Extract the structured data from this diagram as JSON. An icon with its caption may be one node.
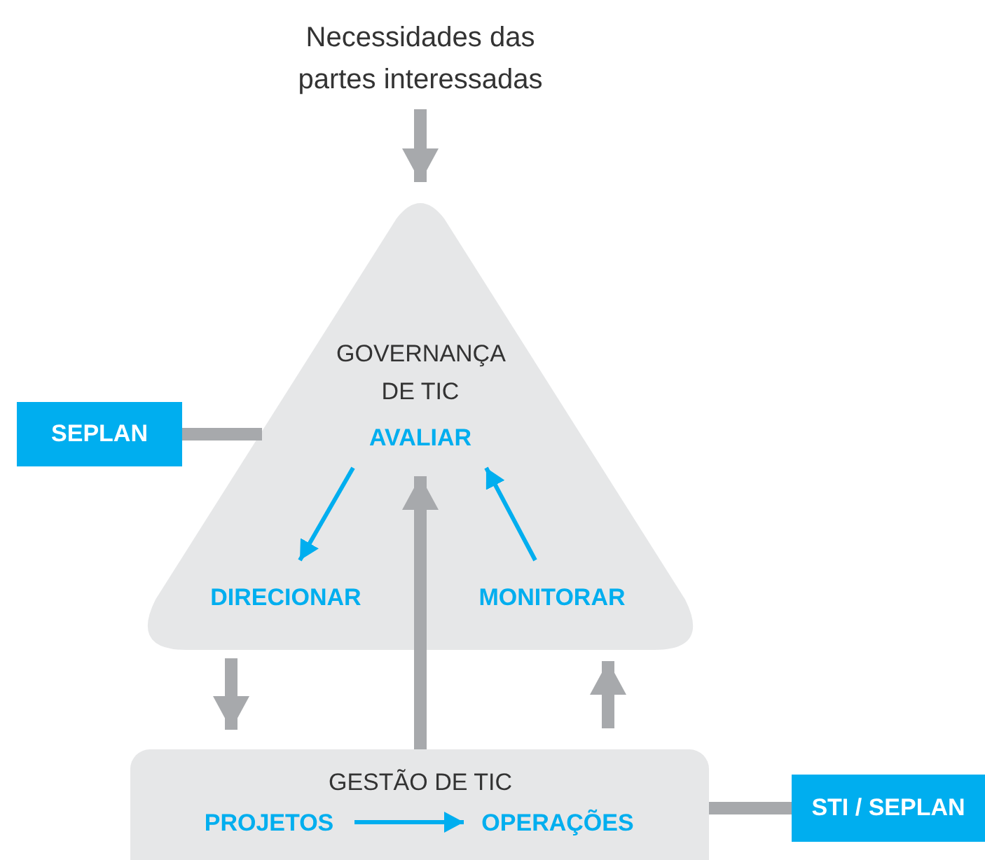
{
  "diagram": {
    "nodes": [
      {
        "text": [
          "Necessidades das partes interessadas"
        ]
      },
      {
        "text": [
          "GOVERNANÇA DE TIC"
        ]
      },
      {
        "text": [
          "AVALIAR"
        ],
        "in": 1
      },
      {
        "text": [
          "DIRECIONAR"
        ],
        "in": 1
      },
      {
        "text": [
          "MONITORAR"
        ],
        "in": 1
      },
      {
        "text": [
          "SEPLAN"
        ]
      },
      {
        "text": [
          "GESTÃO DE TIC"
        ]
      },
      {
        "text": [
          "PROJETOS"
        ],
        "in": 6
      },
      {
        "text": [
          "OPERAÇÕES"
        ],
        "in": 6
      },
      {
        "text": [
          "STI / SEPLAN"
        ]
      }
    ],
    "edges": [
      {
        "from": 0,
        "to": 1,
        "arrow": "to"
      },
      {
        "from": 2,
        "to": 3,
        "arrow": "to",
        "color": "#00aeef"
      },
      {
        "from": 4,
        "to": 2,
        "arrow": "to",
        "color": "#00aeef"
      },
      {
        "from": 5,
        "to": 1,
        "arrow": "none"
      },
      {
        "from": 1,
        "to": 6,
        "arrow": "to"
      },
      {
        "from": 6,
        "to": 2,
        "arrow": "to"
      },
      {
        "from": 6,
        "to": 1,
        "arrow": "to"
      },
      {
        "from": 7,
        "to": 8,
        "arrow": "to",
        "color": "#00aeef"
      },
      {
        "from": 9,
        "to": 6,
        "arrow": "none"
      }
    ]
  }
}
